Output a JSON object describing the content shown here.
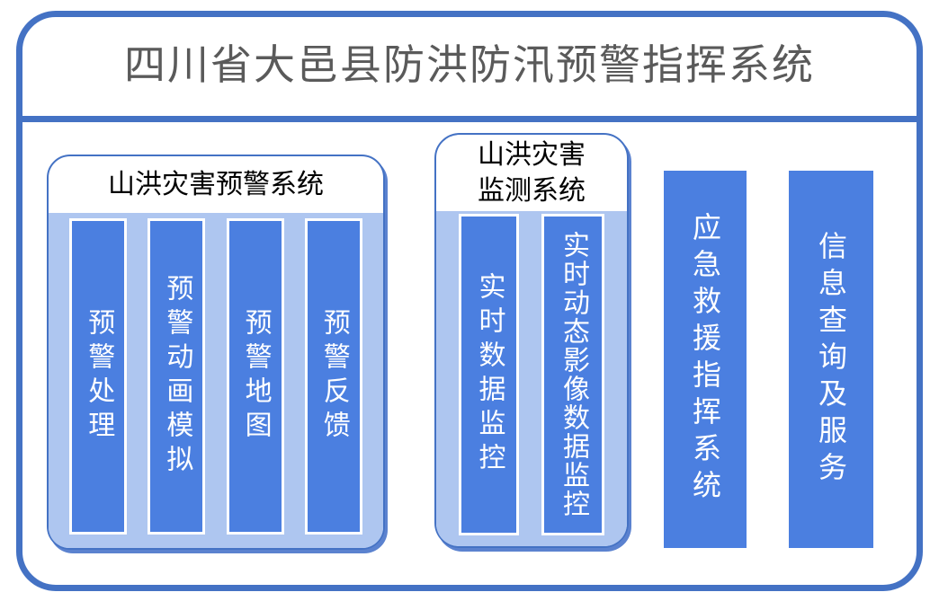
{
  "title": "四川省大邑县防洪防汛预警指挥系统",
  "colors": {
    "accent": "#4472C4",
    "bar_fill": "#4B7FE0",
    "panel_fill": "#AEC6F0"
  },
  "groups": [
    {
      "name": "mountain-flood-warning-system",
      "label_lines": [
        "山洪灾害预警系统"
      ],
      "items": [
        "预警处理",
        "预警动画模拟",
        "预警地图",
        "预警反馈"
      ]
    },
    {
      "name": "mountain-flood-monitoring-system",
      "label_lines": [
        "山洪灾害",
        "监测系统"
      ],
      "items": [
        "实时数据监控",
        "实时动态影像数据监控"
      ]
    }
  ],
  "standalone_items": [
    "应急救援指挥系统",
    "信息查询及服务"
  ]
}
